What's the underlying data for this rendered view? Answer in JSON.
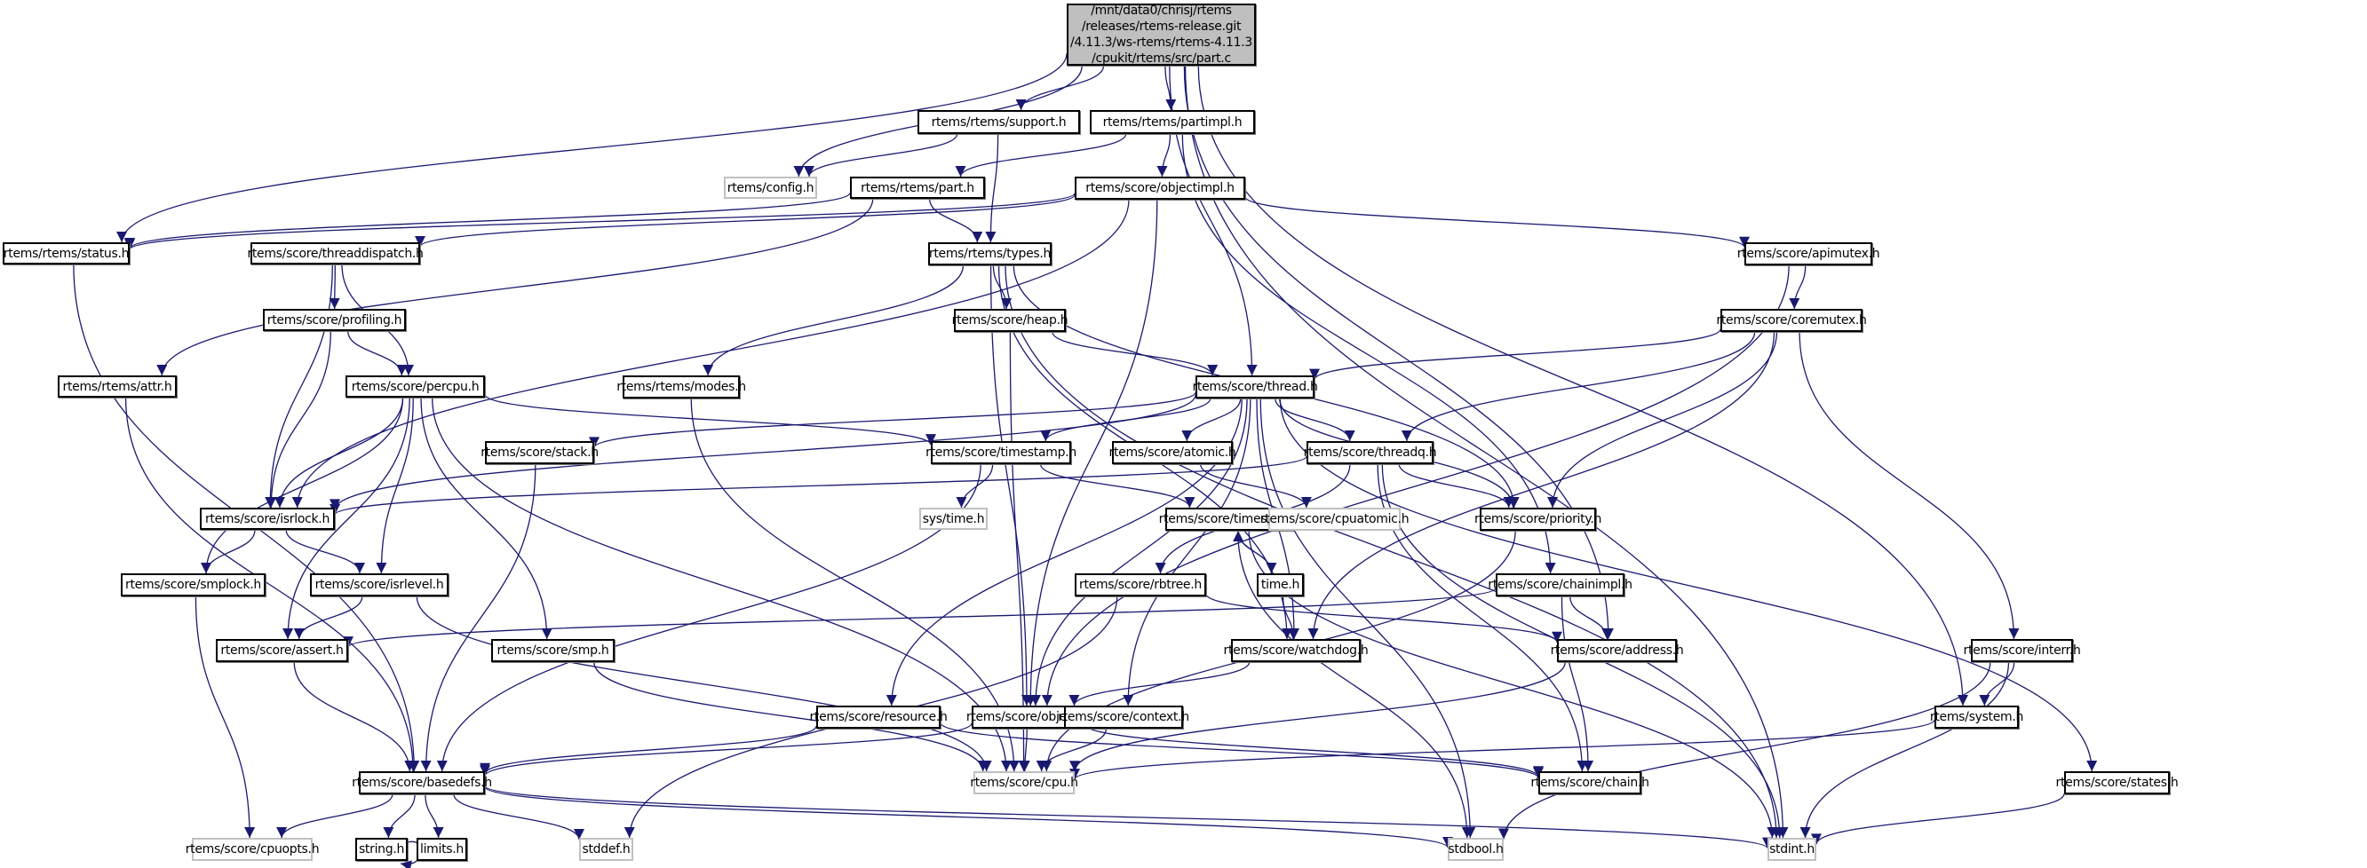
{
  "diagram": {
    "title": "Include dependency graph for part.c",
    "edge_color": "#191970",
    "root": {
      "id": "root",
      "label": "/mnt/data0/chrisj/rtems\n/releases/rtems-release.git\n/4.11.3/ws-rtems/rtems-4.11.3\n/cpukit/rtems/src/part.c"
    },
    "nodes": [
      {
        "id": "support",
        "label": "rtems/rtems/support.h",
        "external": false
      },
      {
        "id": "partimpl",
        "label": "rtems/rtems/partimpl.h",
        "external": false
      },
      {
        "id": "config",
        "label": "rtems/config.h",
        "external": true
      },
      {
        "id": "part",
        "label": "rtems/rtems/part.h",
        "external": false
      },
      {
        "id": "objectimpl",
        "label": "rtems/score/objectimpl.h",
        "external": false
      },
      {
        "id": "status",
        "label": "rtems/rtems/status.h",
        "external": false
      },
      {
        "id": "threaddispatch",
        "label": "rtems/score/threaddispatch.h",
        "external": false
      },
      {
        "id": "types",
        "label": "rtems/rtems/types.h",
        "external": false
      },
      {
        "id": "apimutex",
        "label": "rtems/score/apimutex.h",
        "external": false
      },
      {
        "id": "profiling",
        "label": "rtems/score/profiling.h",
        "external": false
      },
      {
        "id": "heap",
        "label": "rtems/score/heap.h",
        "external": false
      },
      {
        "id": "coremutex",
        "label": "rtems/score/coremutex.h",
        "external": false
      },
      {
        "id": "attr",
        "label": "rtems/rtems/attr.h",
        "external": false
      },
      {
        "id": "percpu",
        "label": "rtems/score/percpu.h",
        "external": false
      },
      {
        "id": "modes",
        "label": "rtems/rtems/modes.h",
        "external": false
      },
      {
        "id": "thread",
        "label": "rtems/score/thread.h",
        "external": false
      },
      {
        "id": "stack",
        "label": "rtems/score/stack.h",
        "external": false
      },
      {
        "id": "timestamp",
        "label": "rtems/score/timestamp.h",
        "external": false
      },
      {
        "id": "atomic",
        "label": "rtems/score/atomic.h",
        "external": false
      },
      {
        "id": "threadq",
        "label": "rtems/score/threadq.h",
        "external": false
      },
      {
        "id": "isrlock",
        "label": "rtems/score/isrlock.h",
        "external": false
      },
      {
        "id": "systime",
        "label": "sys/time.h",
        "external": true
      },
      {
        "id": "timespec",
        "label": "rtems/score/timespec.h",
        "external": false
      },
      {
        "id": "cpuatomic",
        "label": "rtems/score/cpuatomic.h",
        "external": true
      },
      {
        "id": "priority",
        "label": "rtems/score/priority.h",
        "external": false
      },
      {
        "id": "smplock",
        "label": "rtems/score/smplock.h",
        "external": false
      },
      {
        "id": "isrlevel",
        "label": "rtems/score/isrlevel.h",
        "external": false
      },
      {
        "id": "rbtree",
        "label": "rtems/score/rbtree.h",
        "external": false
      },
      {
        "id": "time",
        "label": "time.h",
        "external": false
      },
      {
        "id": "chainimpl",
        "label": "rtems/score/chainimpl.h",
        "external": false
      },
      {
        "id": "assert",
        "label": "rtems/score/assert.h",
        "external": false
      },
      {
        "id": "smp",
        "label": "rtems/score/smp.h",
        "external": false
      },
      {
        "id": "watchdog",
        "label": "rtems/score/watchdog.h",
        "external": false
      },
      {
        "id": "address",
        "label": "rtems/score/address.h",
        "external": false
      },
      {
        "id": "interr",
        "label": "rtems/score/interr.h",
        "external": false
      },
      {
        "id": "resource",
        "label": "rtems/score/resource.h",
        "external": false
      },
      {
        "id": "object",
        "label": "rtems/score/object.h",
        "external": false
      },
      {
        "id": "context",
        "label": "rtems/score/context.h",
        "external": false
      },
      {
        "id": "system",
        "label": "rtems/system.h",
        "external": false
      },
      {
        "id": "basedefs",
        "label": "rtems/score/basedefs.h",
        "external": false
      },
      {
        "id": "cpu",
        "label": "rtems/score/cpu.h",
        "external": true
      },
      {
        "id": "chain",
        "label": "rtems/score/chain.h",
        "external": false
      },
      {
        "id": "states",
        "label": "rtems/score/states.h",
        "external": false
      },
      {
        "id": "cpuopts",
        "label": "rtems/score/cpuopts.h",
        "external": true
      },
      {
        "id": "string",
        "label": "string.h",
        "external": false
      },
      {
        "id": "limits",
        "label": "limits.h",
        "external": false
      },
      {
        "id": "stddef",
        "label": "stddef.h",
        "external": true
      },
      {
        "id": "stdbool",
        "label": "stdbool.h",
        "external": true
      },
      {
        "id": "stdint",
        "label": "stdint.h",
        "external": true
      }
    ],
    "edges": [
      [
        "root",
        "support"
      ],
      [
        "root",
        "partimpl"
      ],
      [
        "root",
        "config"
      ],
      [
        "root",
        "status"
      ],
      [
        "root",
        "thread"
      ],
      [
        "root",
        "address"
      ],
      [
        "root",
        "system"
      ],
      [
        "root",
        "stdint"
      ],
      [
        "support",
        "config"
      ],
      [
        "support",
        "types"
      ],
      [
        "partimpl",
        "part"
      ],
      [
        "partimpl",
        "objectimpl"
      ],
      [
        "partimpl",
        "chainimpl"
      ],
      [
        "part",
        "types"
      ],
      [
        "part",
        "status"
      ],
      [
        "part",
        "attr"
      ],
      [
        "objectimpl",
        "status"
      ],
      [
        "objectimpl",
        "threaddispatch"
      ],
      [
        "objectimpl",
        "apimutex"
      ],
      [
        "objectimpl",
        "object"
      ],
      [
        "objectimpl",
        "isrlock"
      ],
      [
        "status",
        "basedefs"
      ],
      [
        "threaddispatch",
        "profiling"
      ],
      [
        "threaddispatch",
        "percpu"
      ],
      [
        "threaddispatch",
        "isrlock"
      ],
      [
        "types",
        "heap"
      ],
      [
        "types",
        "modes"
      ],
      [
        "types",
        "object"
      ],
      [
        "types",
        "priority"
      ],
      [
        "types",
        "watchdog"
      ],
      [
        "types",
        "stdint"
      ],
      [
        "apimutex",
        "coremutex"
      ],
      [
        "apimutex",
        "object"
      ],
      [
        "profiling",
        "percpu"
      ],
      [
        "profiling",
        "isrlock"
      ],
      [
        "heap",
        "thread"
      ],
      [
        "heap",
        "cpu"
      ],
      [
        "coremutex",
        "thread"
      ],
      [
        "coremutex",
        "threadq"
      ],
      [
        "coremutex",
        "priority"
      ],
      [
        "coremutex",
        "watchdog"
      ],
      [
        "coremutex",
        "interr"
      ],
      [
        "attr",
        "basedefs"
      ],
      [
        "percpu",
        "timestamp"
      ],
      [
        "percpu",
        "smplock"
      ],
      [
        "percpu",
        "isrlock"
      ],
      [
        "percpu",
        "isrlevel"
      ],
      [
        "percpu",
        "assert"
      ],
      [
        "percpu",
        "smp"
      ],
      [
        "percpu",
        "cpu"
      ],
      [
        "modes",
        "cpu"
      ],
      [
        "thread",
        "stack"
      ],
      [
        "thread",
        "timestamp"
      ],
      [
        "thread",
        "atomic"
      ],
      [
        "thread",
        "threadq"
      ],
      [
        "thread",
        "isrlock"
      ],
      [
        "thread",
        "priority"
      ],
      [
        "thread",
        "resource"
      ],
      [
        "thread",
        "watchdog"
      ],
      [
        "thread",
        "object"
      ],
      [
        "thread",
        "context"
      ],
      [
        "thread",
        "states"
      ],
      [
        "thread",
        "stdbool"
      ],
      [
        "stack",
        "basedefs"
      ],
      [
        "timestamp",
        "systime"
      ],
      [
        "timestamp",
        "timespec"
      ],
      [
        "timestamp",
        "basedefs"
      ],
      [
        "atomic",
        "cpuatomic"
      ],
      [
        "threadq",
        "isrlock"
      ],
      [
        "threadq",
        "priority"
      ],
      [
        "threadq",
        "rbtree"
      ],
      [
        "threadq",
        "chain"
      ],
      [
        "threadq",
        "stdint"
      ],
      [
        "isrlock",
        "smplock"
      ],
      [
        "isrlock",
        "isrlevel"
      ],
      [
        "timespec",
        "time"
      ],
      [
        "timespec",
        "stdbool"
      ],
      [
        "timespec",
        "stdint"
      ],
      [
        "time",
        "timespec"
      ],
      [
        "time",
        "watchdog"
      ],
      [
        "priority",
        "cpu"
      ],
      [
        "smplock",
        "cpuopts"
      ],
      [
        "isrlevel",
        "assert"
      ],
      [
        "isrlevel",
        "cpu"
      ],
      [
        "rbtree",
        "address"
      ],
      [
        "rbtree",
        "stddef"
      ],
      [
        "chainimpl",
        "address"
      ],
      [
        "chainimpl",
        "chain"
      ],
      [
        "chainimpl",
        "assert"
      ],
      [
        "assert",
        "basedefs"
      ],
      [
        "smp",
        "cpu"
      ],
      [
        "watchdog",
        "object"
      ],
      [
        "address",
        "cpu"
      ],
      [
        "interr",
        "system"
      ],
      [
        "interr",
        "stdbool"
      ],
      [
        "interr",
        "stdint"
      ],
      [
        "resource",
        "basedefs"
      ],
      [
        "resource",
        "chain"
      ],
      [
        "object",
        "basedefs"
      ],
      [
        "object",
        "cpu"
      ],
      [
        "object",
        "chain"
      ],
      [
        "context",
        "cpu"
      ],
      [
        "system",
        "cpu"
      ],
      [
        "basedefs",
        "cpuopts"
      ],
      [
        "basedefs",
        "string"
      ],
      [
        "basedefs",
        "limits"
      ],
      [
        "basedefs",
        "stddef"
      ],
      [
        "basedefs",
        "stdbool"
      ],
      [
        "basedefs",
        "stdint"
      ],
      [
        "string",
        "string"
      ],
      [
        "states",
        "stdint"
      ]
    ]
  }
}
